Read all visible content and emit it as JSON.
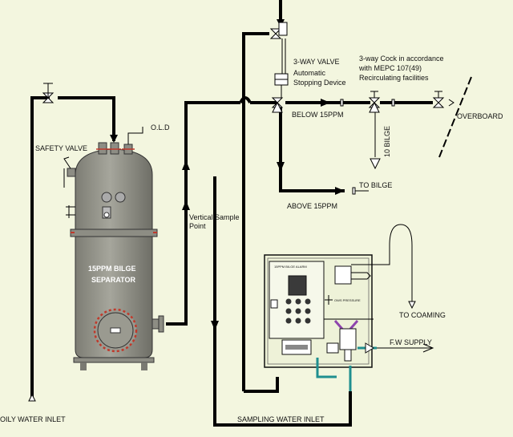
{
  "labels": {
    "three_way_valve": "3-WAY VALVE",
    "automatic": "Automatic",
    "stopping_device": "Stopping Device",
    "cock_line1": "3-way Cock in accordance",
    "cock_line2": "with MEPC 107(49)",
    "cock_line3": "Recirculating facilities",
    "below_15ppm": "BELOW 15PPM",
    "overboard": "OVERBOARD",
    "ten_bilge": "10 BILGE",
    "to_bilge": "TO BILGE",
    "above_15ppm": "ABOVE 15PPM",
    "old": "O.L.D",
    "safety_valve": "SAFETY VALVE",
    "vertical_sample": "Vertical Sample",
    "point": "Point",
    "separator_line1": "15PPM BILGE",
    "separator_line2": "SEPARATOR",
    "alarm_title": "15PPM BILGE ALARM",
    "tank_label": "OWS PRESSURE",
    "to_coaming": "TO COAMING",
    "fw_supply": "F.W SUPPLY",
    "sampling_water_inlet": "SAMPLING WATER INLET",
    "oily_water_inlet": "OILY WATER INLET"
  },
  "colors": {
    "background": "#f3f6df",
    "pipe": "#000000",
    "vessel": "#8a8a80",
    "vessel_dark": "#6e6e66",
    "flange_accent": "#c0392b",
    "panel": "#eef2d8",
    "display": "#3a3a3a",
    "fw_line": "#1f8f8f",
    "sample_tube": "#8e44ad"
  }
}
